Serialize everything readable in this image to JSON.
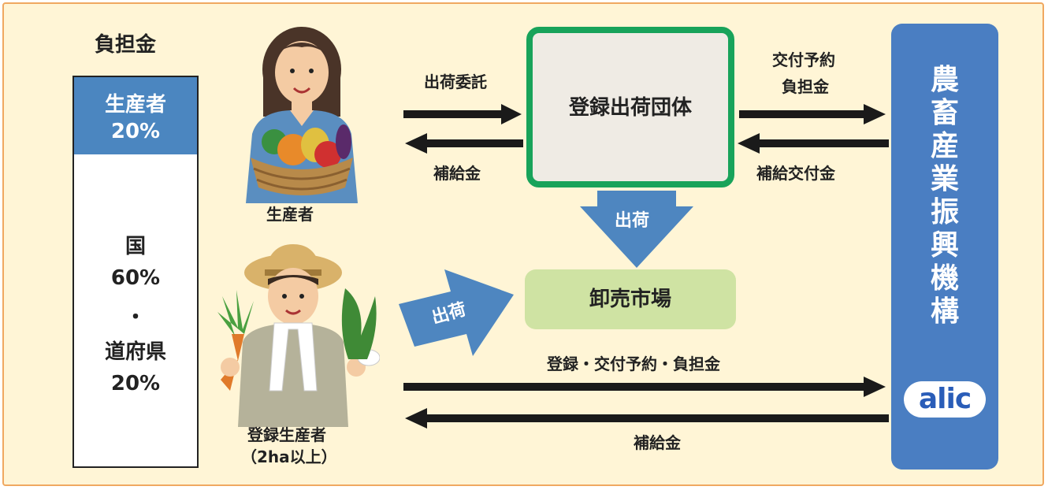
{
  "burden": {
    "title": "負担金",
    "producer_label": "生産者",
    "producer_pct": "20%",
    "country_label": "国",
    "country_pct": "60%",
    "dot": "・",
    "pref_label": "道府県",
    "pref_pct": "20%"
  },
  "actors": {
    "producer": "生産者",
    "registered_line1": "登録生産者",
    "registered_line2": "（2ha以上）"
  },
  "boxes": {
    "org": "登録出荷団体",
    "market": "卸売市場"
  },
  "flows": {
    "consign": "出荷委託",
    "supply_money_1": "補給金",
    "reserve_line1": "交付予約",
    "reserve_line2": "負担金",
    "supply_grant": "補給交付金",
    "ship_down": "出荷",
    "ship_right": "出荷",
    "register_line": "登録・交付予約・負担金",
    "supply_money_2": "補給金"
  },
  "agency": {
    "chars": [
      "農",
      "畜",
      "産",
      "業",
      "振",
      "興",
      "機",
      "構"
    ],
    "logo": "alic"
  },
  "colors": {
    "background": "#fff5d6",
    "border": "#f0a860",
    "org_border": "#18a35a",
    "org_fill": "#efebe4",
    "market_fill": "#cfe3a3",
    "agency_blue": "#4a7ec2",
    "burden_blue": "#4b86c0",
    "arrow": "#1a1a1a",
    "block_arrow": "#4e86c0"
  }
}
